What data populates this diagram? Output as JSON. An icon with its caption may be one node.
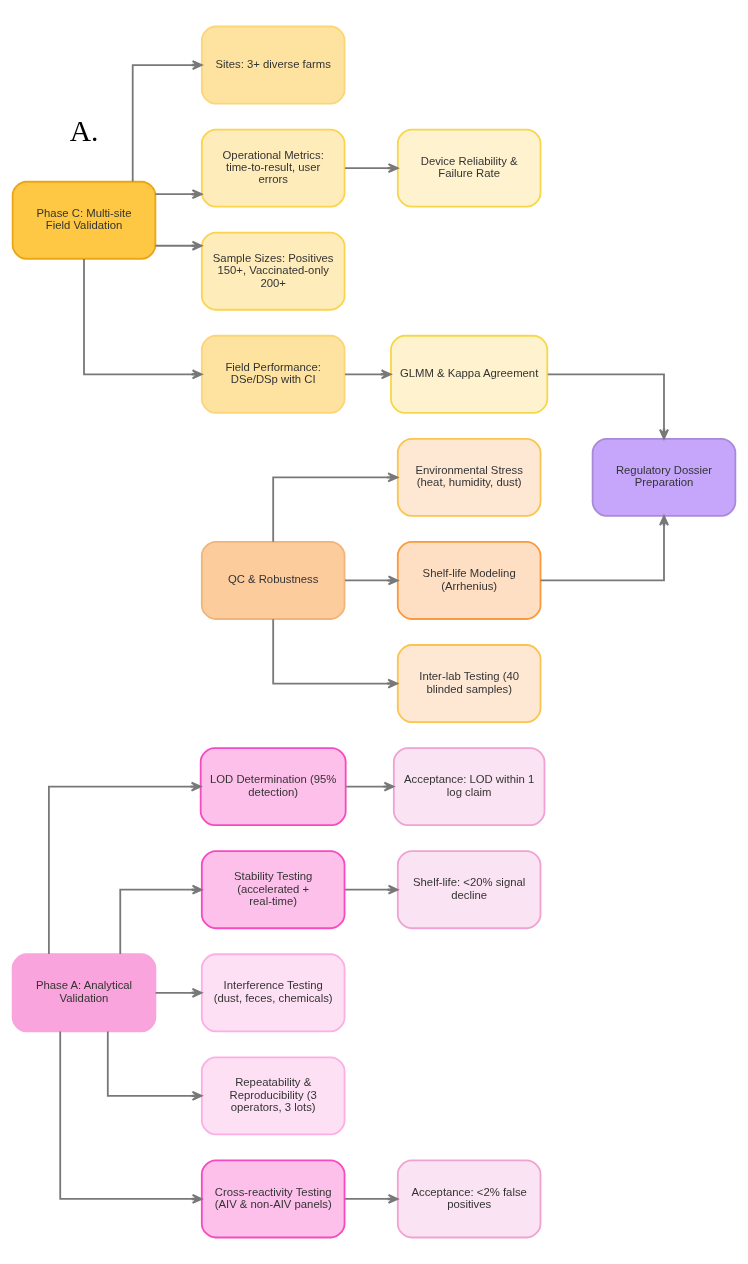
{
  "diagram": {
    "nodes": [
      {
        "text": [
          "Sites: 3+ diverse farms"
        ]
      },
      {
        "text": [
          "Phase C: Multi-site Field Validation"
        ]
      },
      {
        "text": [
          "Operational Metrics: time-to-result, user errors"
        ]
      },
      {
        "text": [
          "Device Reliability & Failure Rate"
        ]
      },
      {
        "text": [
          "Sample Sizes: Positives 150+, Vaccinated-only 200+"
        ]
      },
      {
        "text": [
          "Field Performance: DSe/DSp with CI"
        ]
      },
      {
        "text": [
          "GLMM & Kappa Agreement"
        ]
      },
      {
        "text": [
          "LOD Determination (95% detection)"
        ]
      },
      {
        "text": [
          "Acceptance: LOD within 1 log claim"
        ]
      },
      {
        "text": [
          "Stability Testing (accelerated + real-time)"
        ]
      },
      {
        "text": [
          "Shelf-life: <20% signal decline"
        ]
      },
      {
        "text": [
          "Phase A: Analytical Validation"
        ]
      },
      {
        "text": [
          "Regulatory Dossier Preparation"
        ]
      },
      {
        "text": [
          "Interference Testing (dust, feces, chemicals)"
        ]
      },
      {
        "text": [
          "Environmental Stress (heat, humidity, dust)"
        ]
      },
      {
        "text": [
          "Repeatability & Reproducibility (3 operators, 3 lots)"
        ]
      },
      {
        "text": [
          "Shelf-life Modeling (Arrhenius)"
        ]
      },
      {
        "text": [
          "QC & Robustness"
        ]
      },
      {
        "text": [
          "Inter-lab Testing (40 blinded samples)"
        ]
      },
      {
        "text": [
          "Cross-reactivity Testing (AIV & non-AIV panels)"
        ]
      },
      {
        "text": [
          "Acceptance: <2% false positives"
        ]
      }
    ],
    "edges": [
      {
        "from": 1,
        "to": 0,
        "arrow": "to"
      },
      {
        "from": 1,
        "to": 2,
        "arrow": "to"
      },
      {
        "from": 1,
        "to": 4,
        "arrow": "to"
      },
      {
        "from": 1,
        "to": 5,
        "arrow": "to"
      },
      {
        "from": 2,
        "to": 3,
        "arrow": "to"
      },
      {
        "from": 5,
        "to": 6,
        "arrow": "to"
      },
      {
        "from": 6,
        "to": 12,
        "arrow": "to"
      },
      {
        "from": 11,
        "to": 7,
        "arrow": "to"
      },
      {
        "from": 11,
        "to": 9,
        "arrow": "to"
      },
      {
        "from": 11,
        "to": 13,
        "arrow": "to"
      },
      {
        "from": 11,
        "to": 15,
        "arrow": "to"
      },
      {
        "from": 11,
        "to": 19,
        "arrow": "to"
      },
      {
        "from": 7,
        "to": 8,
        "arrow": "to"
      },
      {
        "from": 9,
        "to": 10,
        "arrow": "to"
      },
      {
        "from": 17,
        "to": 14,
        "arrow": "to"
      },
      {
        "from": 17,
        "to": 16,
        "arrow": "to"
      },
      {
        "from": 17,
        "to": 18,
        "arrow": "to"
      },
      {
        "from": 16,
        "to": 12,
        "arrow": "to"
      },
      {
        "from": 19,
        "to": 20,
        "arrow": "to"
      }
    ],
    "labels": [
      "A."
    ]
  }
}
